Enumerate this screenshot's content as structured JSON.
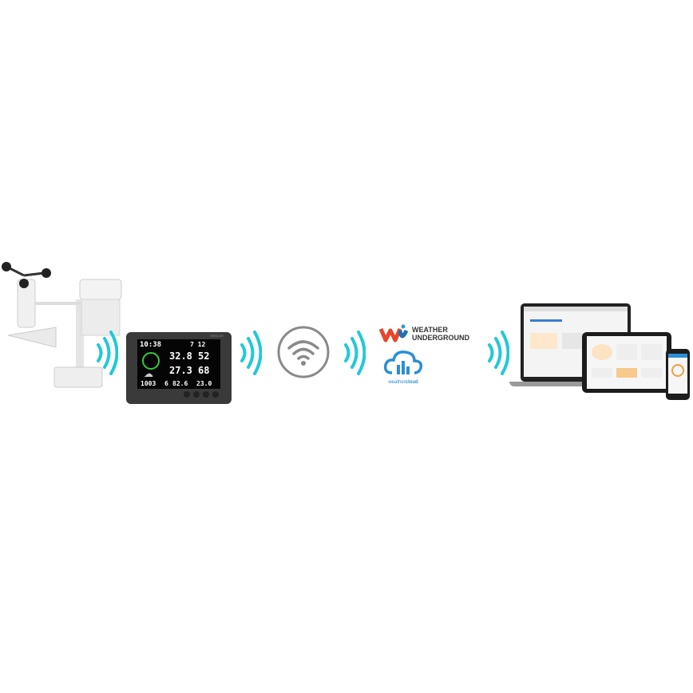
{
  "colors": {
    "wave": "#22c8d8",
    "wifi": "#8a8a8a",
    "wu_blue": "#1f6fb5",
    "cloud": "#2b8fd6"
  },
  "display": {
    "brand": "SENCOR",
    "time": "10:38",
    "date": "7 12",
    "temp_out": "32.8",
    "hum_out": "52",
    "temp_in": "27.3",
    "hum_in": "68",
    "pressure": "1003",
    "wind": "6",
    "rain": "82.6",
    "uv": "23.0"
  },
  "services": {
    "wu_line1": "WEATHER",
    "wu_line2": "UNDERGROUND",
    "weathercloud_a": "weather",
    "weathercloud_b": "cloud"
  }
}
